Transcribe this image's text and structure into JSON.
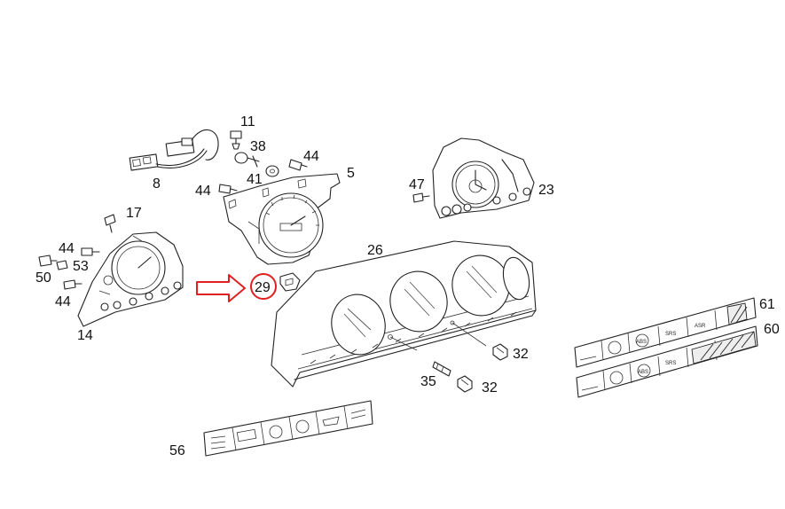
{
  "callouts": [
    {
      "id": "11",
      "text": "11"
    },
    {
      "id": "38",
      "text": "38"
    },
    {
      "id": "44a",
      "text": "44"
    },
    {
      "id": "8",
      "text": "8"
    },
    {
      "id": "41",
      "text": "41"
    },
    {
      "id": "5",
      "text": "5"
    },
    {
      "id": "44b",
      "text": "44"
    },
    {
      "id": "47",
      "text": "47"
    },
    {
      "id": "23",
      "text": "23"
    },
    {
      "id": "17",
      "text": "17"
    },
    {
      "id": "44c",
      "text": "44"
    },
    {
      "id": "53",
      "text": "53"
    },
    {
      "id": "50",
      "text": "50"
    },
    {
      "id": "44d",
      "text": "44"
    },
    {
      "id": "14",
      "text": "14"
    },
    {
      "id": "26",
      "text": "26"
    },
    {
      "id": "29",
      "text": "29"
    },
    {
      "id": "61",
      "text": "61"
    },
    {
      "id": "60",
      "text": "60"
    },
    {
      "id": "32a",
      "text": "32"
    },
    {
      "id": "35",
      "text": "35"
    },
    {
      "id": "32b",
      "text": "32"
    },
    {
      "id": "56",
      "text": "56"
    }
  ],
  "switch_panel_labels": {
    "srs_top": "SRS",
    "asr": "ASR",
    "abs_top": "ABS",
    "srs_bottom": "SRS",
    "abs_bottom": "ABS"
  },
  "highlight": {
    "target": "29",
    "circle_color": "#e02020",
    "arrow_color": "#e02020"
  }
}
